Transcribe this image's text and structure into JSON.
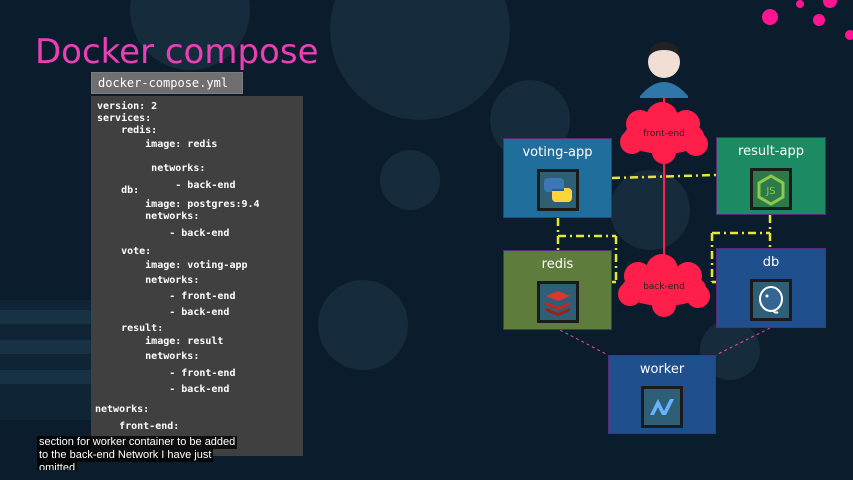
{
  "slide": {
    "title": "Docker compose",
    "file_name": "docker-compose.yml",
    "code_lines": [
      "version: 2",
      "services:",
      "    redis:",
      "        image: redis",
      "         networks:",
      "             - back-end",
      "    db:",
      "        image: postgres:9.4",
      "        networks:",
      "            - back-end",
      "    vote:",
      "        image: voting-app",
      "        networks:",
      "            - front-end",
      "            - back-end",
      "    result:",
      "        image: result",
      "        networks:",
      "            - front-end",
      "            - back-end",
      "networks:",
      "    front-end:"
    ],
    "caption_lines": [
      "section for worker container to be added",
      "to the back-end Network I have just",
      "omitted"
    ]
  },
  "diagram": {
    "services": {
      "voting_app": "voting-app",
      "result_app": "result-app",
      "redis": "redis",
      "db": "db",
      "worker": "worker"
    },
    "networks": {
      "front_end": "front-end",
      "back_end": "back-end"
    }
  },
  "colors": {
    "title": "#ec3fb5",
    "voting_app": "#1f6e9c",
    "result_app": "#1c8a62",
    "redis": "#5e7d3c",
    "db": "#1f4f8c",
    "worker": "#1f4f8c",
    "cloud": "#ff1f4a",
    "link": "#e6e636",
    "dot": "#ff1493"
  },
  "icons": [
    "user-icon",
    "python-icon",
    "nodejs-icon",
    "redis-icon",
    "postgres-icon",
    "dotnet-icon"
  ]
}
